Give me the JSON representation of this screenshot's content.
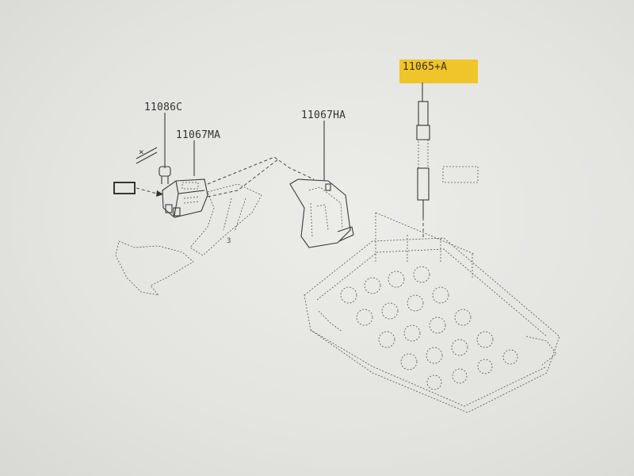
{
  "labels": {
    "part_11086c": "11086C",
    "part_11067ma": "11067MA",
    "part_11067ha": "11067HA",
    "part_11065a": "11065+A"
  },
  "colors": {
    "highlight": "#f0c52a",
    "line": "#3a3a3a",
    "paper": "#e4e4e1"
  }
}
